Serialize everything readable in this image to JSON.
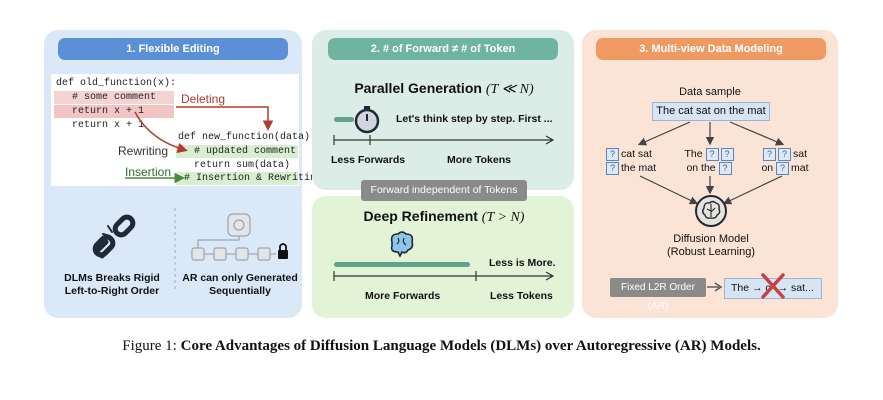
{
  "panel1": {
    "title": "1. Flexible Editing",
    "code_old": [
      "def old_function(x):",
      "# some comment",
      "return x + 1",
      "return x + 1"
    ],
    "code_new": [
      "def new_function(data):",
      "# updated comment",
      "return sum(data)",
      "# Insertion & Rewriting"
    ],
    "label_deleting": "Deleting",
    "label_rewriting": "Rewriting",
    "label_insertion": "Insertion",
    "caption_dlm": [
      "DLMs Breaks Rigid",
      "Left-to-Right Order"
    ],
    "caption_ar": [
      "AR can only Generated",
      "Sequentially"
    ]
  },
  "panel2": {
    "title": "2. # of Forward ≠ # of Token",
    "parallel_title": "Parallel Generation",
    "parallel_math": "(T ≪ N)",
    "parallel_text": "Let's think step by step. First ...",
    "less_forwards": "Less Forwards",
    "more_tokens": "More Tokens",
    "badge": "Forward independent of Tokens",
    "deep_title": "Deep Refinement",
    "deep_math": "(T > N)",
    "less_is_more": "Less is More.",
    "more_forwards": "More Forwards",
    "less_tokens": "Less Tokens"
  },
  "panel3": {
    "title": "3. Multi-view Data Modeling",
    "data_sample_label": "Data sample",
    "data_sample_text": "The cat sat on the mat",
    "view1": [
      "cat sat",
      "the mat"
    ],
    "view2": [
      "The",
      "on the"
    ],
    "view3": [
      "sat",
      "on",
      "mat"
    ],
    "model_name": "Diffusion Model",
    "model_sub": "(Robust Learning)",
    "fixed_order": "Fixed L2R Order (AR)",
    "ar_example": "The → c",
    "ar_example_tail": "→ sat...",
    "mask_glyph": "?"
  },
  "caption": {
    "prefix": "Figure 1: ",
    "bold": "Core Advantages of Diffusion Language Models (DLMs) over Autoregressive (AR) Models."
  },
  "colors": {
    "panel1_bg": "#dbe8f7",
    "panel2_top_bg": "#dcece6",
    "panel2_bottom_bg": "#e3f3d6",
    "panel3_bg": "#fbe4d6",
    "pill_blue": "#5b8fd6",
    "pill_green": "#6fb4a0",
    "pill_orange": "#ef9a63",
    "delete_red": "#f3c4c4",
    "insert_green": "#d8efcf",
    "arrow_red": "#c0392b"
  }
}
